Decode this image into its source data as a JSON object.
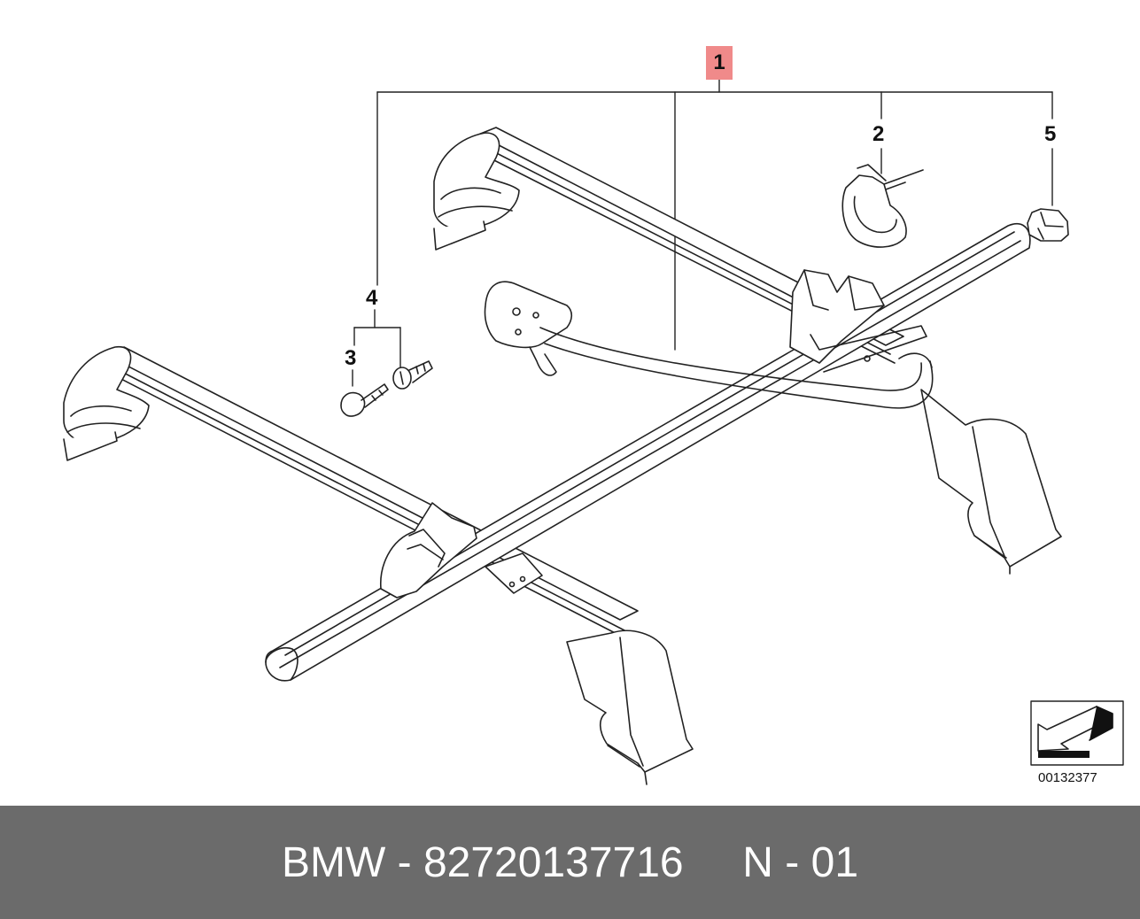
{
  "callouts": {
    "c1": "1",
    "c2": "2",
    "c3": "3",
    "c4": "4",
    "c5": "5"
  },
  "reference_code": "00132377",
  "footer": {
    "brand": "BMW",
    "part_number": "82720137716",
    "page_code": "N - 01"
  },
  "colors": {
    "callout_highlight": "#f08a8a",
    "footer_background": "#6b6b6b",
    "footer_text": "#ffffff"
  }
}
